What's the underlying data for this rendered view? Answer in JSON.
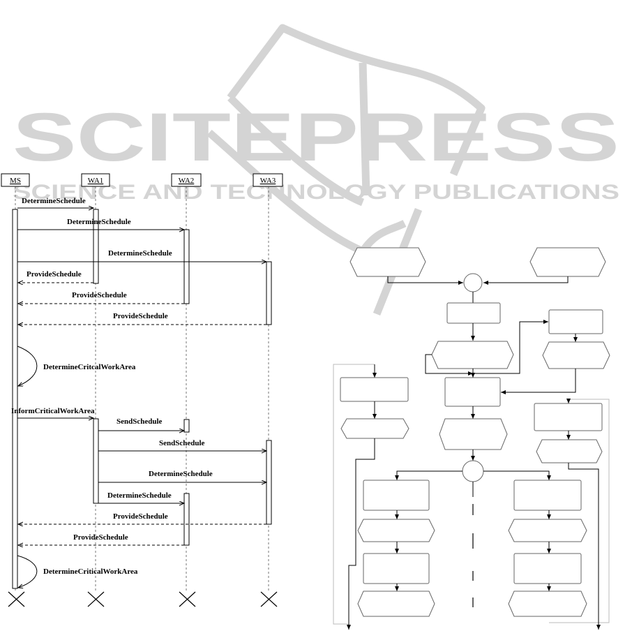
{
  "watermark": {
    "name": "SCITEPRESS",
    "tagline": "SCIENCE AND TECHNOLOGY PUBLICATIONS"
  },
  "sequence": {
    "objects": [
      "MS",
      "WA1",
      "WA2",
      "WA3"
    ],
    "messages": [
      "DetermineSchedule",
      "DetermineSchedule",
      "DetermineSchedule",
      "ProvideSchedule",
      "ProvideSchedule",
      "ProvideSchedule",
      "DetermineCritcalWorkArea",
      "InformCriticalWorkArea",
      "SendSchedule",
      "SendSchedule",
      "DetermineSchedule",
      "DetermineSchedule",
      "ProvideSchedule",
      "ProvideSchedule",
      "DetermineCriticalWorkArea"
    ]
  },
  "colors": {
    "watermark": "#d4d4d4",
    "line": "#000000",
    "box_border": "#666666"
  }
}
